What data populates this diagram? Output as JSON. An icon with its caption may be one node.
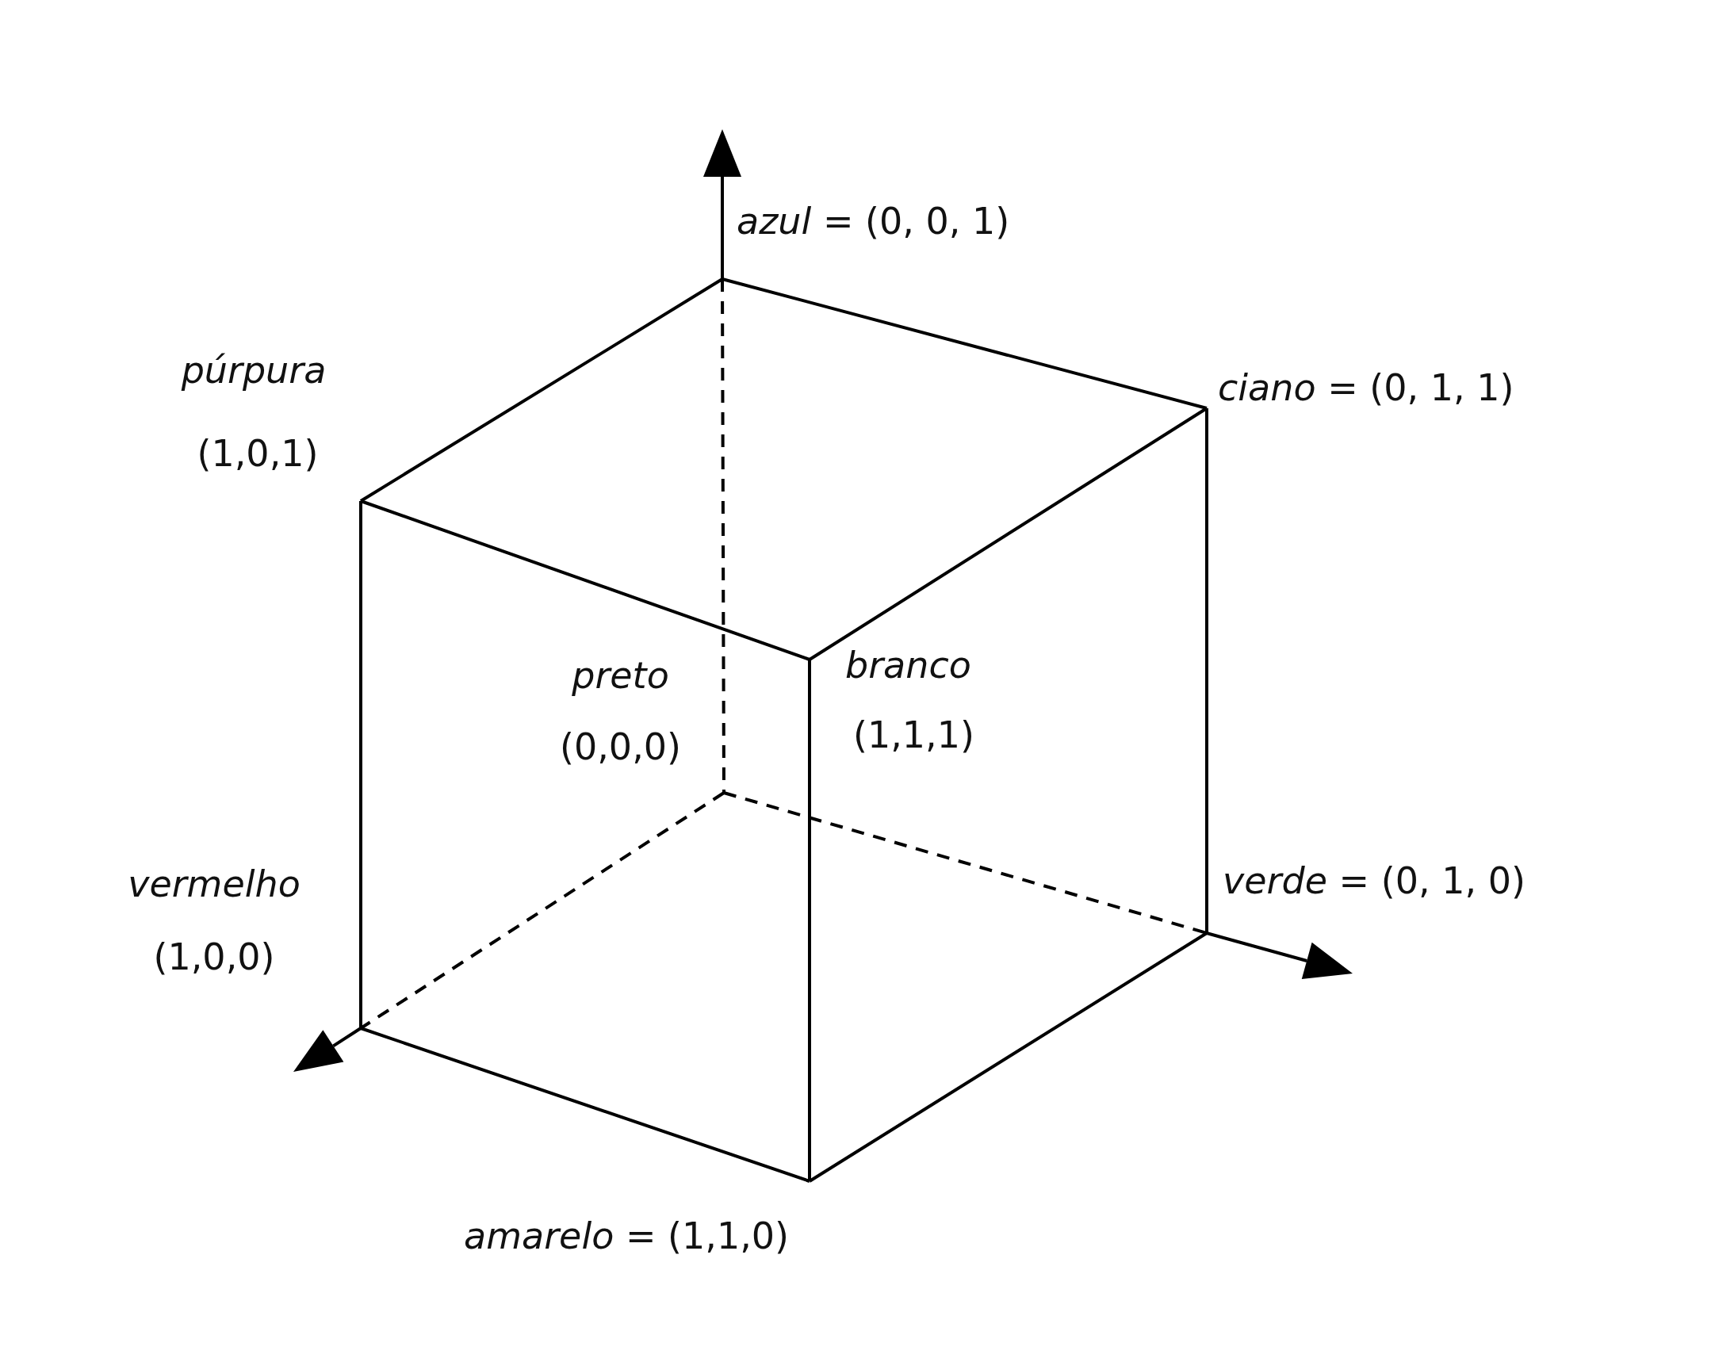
{
  "diagram": {
    "nodes": [
      {
        "text": [
          "*azul* = (0, 0, 1)"
        ]
      },
      {
        "text": [
          "*púrpura*",
          "(1,0,1)"
        ]
      },
      {
        "text": [
          "*ciano* = (0, 1, 1)"
        ]
      },
      {
        "text": [
          "*branco*",
          "(1,1,1)"
        ]
      },
      {
        "text": [
          "*preto*",
          "(0,0,0)"
        ]
      },
      {
        "text": [
          "*vermelho*",
          "(1,0,0)"
        ]
      },
      {
        "text": [
          "*verde* = (0, 1, 0)"
        ]
      },
      {
        "text": [
          "*amarelo* = (1,1,0)"
        ]
      }
    ],
    "edges": [
      {
        "from": 0,
        "to": 1,
        "arrow": "none"
      },
      {
        "from": 0,
        "to": 2,
        "arrow": "none"
      },
      {
        "from": 1,
        "to": 3,
        "arrow": "none"
      },
      {
        "from": 3,
        "to": 2,
        "arrow": "none"
      },
      {
        "from": 0,
        "to": 4,
        "arrow": "none",
        "style": "dashed"
      },
      {
        "from": 1,
        "to": 5,
        "arrow": "none"
      },
      {
        "from": 3,
        "to": 7,
        "arrow": "none"
      },
      {
        "from": 2,
        "to": 6,
        "arrow": "none"
      },
      {
        "from": 4,
        "to": 5,
        "arrow": "none",
        "style": "dashed"
      },
      {
        "from": 4,
        "to": 6,
        "arrow": "none",
        "style": "dashed"
      },
      {
        "from": 5,
        "to": 7,
        "arrow": "none"
      },
      {
        "from": 7,
        "to": 6,
        "arrow": "none"
      }
    ]
  }
}
